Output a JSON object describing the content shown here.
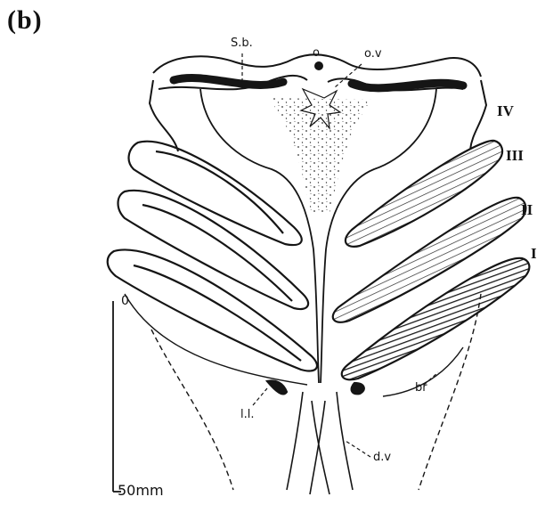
{
  "figure": {
    "panel_label": "(b)",
    "labels": {
      "sb": "S.b.",
      "o": "o",
      "ov": "o.v",
      "ll": "l.l.",
      "dv": "d.v",
      "br": "br",
      "scale_zero": "0",
      "scale_length": "50mm"
    },
    "roman_numerals": {
      "iv": "IV",
      "iii": "III",
      "ii": "II",
      "i": "I"
    }
  },
  "colors": {
    "ink": "#151515",
    "background": "#ffffff"
  }
}
